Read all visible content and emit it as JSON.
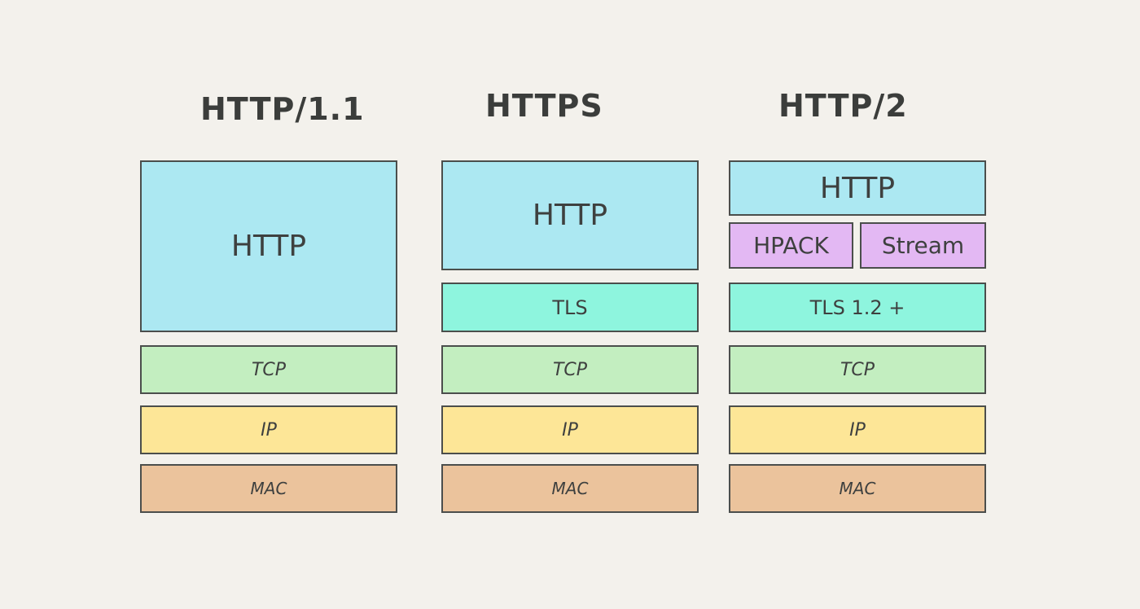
{
  "columns": [
    {
      "title": "HTTP/1.1",
      "layers": {
        "http": "HTTP",
        "tcp": "TCP",
        "ip": "IP",
        "mac": "MAC"
      }
    },
    {
      "title": "HTTPS",
      "layers": {
        "http": "HTTP",
        "tls": "TLS",
        "tcp": "TCP",
        "ip": "IP",
        "mac": "MAC"
      }
    },
    {
      "title": "HTTP/2",
      "layers": {
        "http": "HTTP",
        "hpack": "HPACK",
        "stream": "Stream",
        "tls": "TLS 1.2 +",
        "tcp": "TCP",
        "ip": "IP",
        "mac": "MAC"
      }
    }
  ],
  "colors": {
    "background": "#f3f1ec",
    "http": "#ace8f2",
    "tls": "#8ef5de",
    "tcp": "#c3eec0",
    "ip": "#fde697",
    "mac": "#ebc39c",
    "http2_sublayer": "#e3b8f3",
    "border": "#4b4e4c"
  }
}
